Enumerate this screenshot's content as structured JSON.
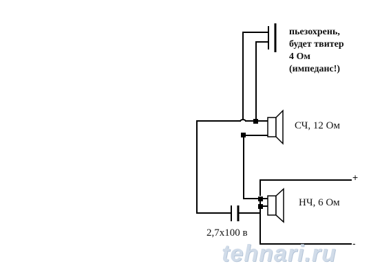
{
  "labels": {
    "tweeter_line1": "пьезохрень,",
    "tweeter_line2": "будет твитер",
    "tweeter_line3": "4 Ом",
    "tweeter_line4": "(импеданс!)",
    "midrange": "СЧ, 12 Ом",
    "woofer": "НЧ, 6 Ом",
    "capacitor": "2,7x100 в",
    "plus": "+",
    "minus": "-"
  },
  "watermark": "tehnari.ru",
  "colors": {
    "wire": "#000000",
    "background": "#ffffff",
    "watermark": "#c9d6e6"
  }
}
